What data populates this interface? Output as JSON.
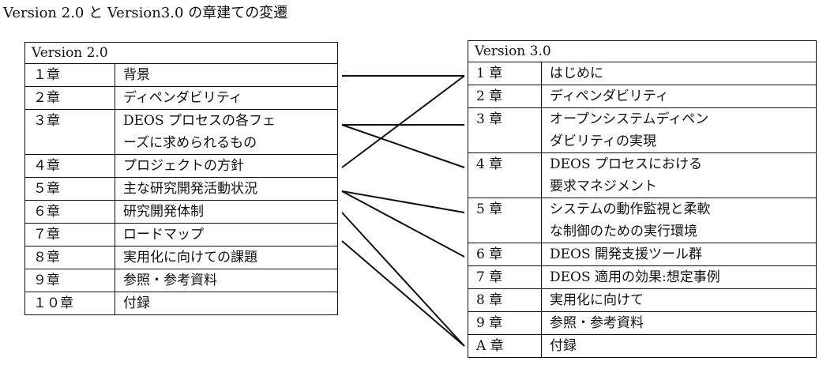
{
  "title": "Version 2.0 と Version3.0 の章建ての変遷",
  "v2": {
    "header": "Version 2.0",
    "rows": [
      {
        "ch": "１章",
        "lines": [
          "背景"
        ]
      },
      {
        "ch": "２章",
        "lines": [
          "ディペンダビリティ"
        ]
      },
      {
        "ch": "３章",
        "lines": [
          "DEOS プロセスの各フェ",
          "ーズに求められるもの"
        ]
      },
      {
        "ch": "４章",
        "lines": [
          "プロジェクトの方針"
        ]
      },
      {
        "ch": "５章",
        "lines": [
          "主な研究開発活動状況"
        ]
      },
      {
        "ch": "６章",
        "lines": [
          "研究開発体制"
        ]
      },
      {
        "ch": "７章",
        "lines": [
          "ロードマップ"
        ]
      },
      {
        "ch": "８章",
        "lines": [
          "実用化に向けての課題"
        ]
      },
      {
        "ch": "９章",
        "lines": [
          "参照・参考資料"
        ]
      },
      {
        "ch": "１０章",
        "lines": [
          "付録"
        ]
      }
    ]
  },
  "v3": {
    "header": "Version 3.0",
    "rows": [
      {
        "ch": "1 章",
        "lines": [
          "はじめに"
        ]
      },
      {
        "ch": "2 章",
        "lines": [
          "ディペンダビリティ"
        ]
      },
      {
        "ch": "3 章",
        "lines": [
          "オープンシステムディペン",
          "ダビリティの実現"
        ]
      },
      {
        "ch": "4 章",
        "lines": [
          "DEOS プロセスにおける",
          "要求マネジメント"
        ]
      },
      {
        "ch": "5 章",
        "lines": [
          "システムの動作監視と柔軟",
          "な制御のための実行環境"
        ]
      },
      {
        "ch": "6 章",
        "lines": [
          "DEOS 開発支援ツール群"
        ]
      },
      {
        "ch": "7 章",
        "lines": [
          "DEOS 適用の効果:想定事例"
        ]
      },
      {
        "ch": "8 章",
        "lines": [
          "実用化に向けて"
        ]
      },
      {
        "ch": "9 章",
        "lines": [
          "参照・参考資料"
        ]
      },
      {
        "ch": "A 章",
        "lines": [
          "付録"
        ]
      }
    ]
  }
}
